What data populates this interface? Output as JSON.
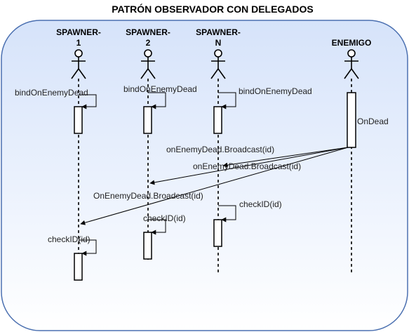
{
  "title": "PATRÓN OBSERVADOR CON DELEGADOS",
  "actors": [
    {
      "id": "s1",
      "label_line1": "SPAWNER-",
      "label_line2": "1"
    },
    {
      "id": "s2",
      "label_line1": "SPAWNER-",
      "label_line2": "2"
    },
    {
      "id": "sn",
      "label_line1": "SPAWNER-",
      "label_line2": "N"
    },
    {
      "id": "enemy",
      "label_line1": "ENEMIGO",
      "label_line2": ""
    }
  ],
  "messages": {
    "bind_1": "bindOnEnemyDead",
    "bind_2": "bindOnEnemyDead",
    "bind_n": "bindOnEnemyDead",
    "on_dead": "OnDead",
    "broadcast_n": "onEnemyDead.Broadcast(id)",
    "broadcast_2": "onEnemyDead.Broadcast(id)",
    "broadcast_1": "OnEnemyDead.Broadcast(id)",
    "check_n": "checkID(id)",
    "check_2": "checkID(id)",
    "check_1": "checkID(id)"
  },
  "colors": {
    "frame_fill_top": "#ffffff",
    "frame_fill_bottom": "#d6e3fa",
    "frame_stroke": "#4a6fb0",
    "line": "#000000"
  }
}
